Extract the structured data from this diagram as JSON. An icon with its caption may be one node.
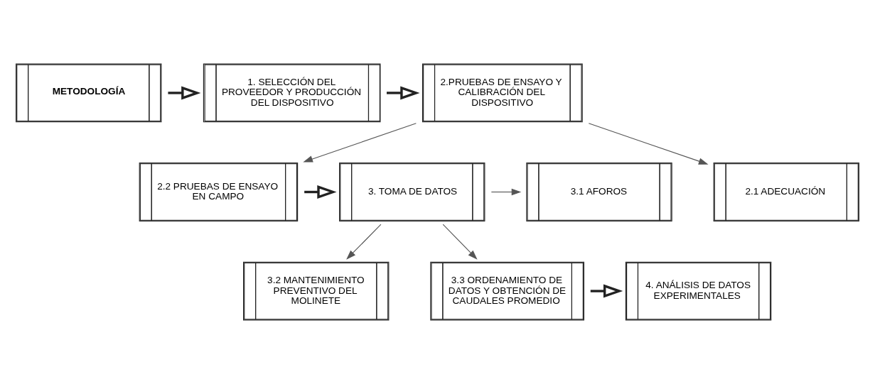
{
  "diagram": {
    "nodes": [
      {
        "text": [
          "METODOLOGÍA"
        ]
      },
      {
        "text": [
          "1. SELECCIÓN DEL PROVEEDOR Y PRODUCCIÓN DEL DISPOSITIVO"
        ]
      },
      {
        "text": [
          "2.PRUEBAS DE ENSAYO Y CALIBRACIÓN DEL DISPOSITIVO"
        ]
      },
      {
        "text": [
          "2.2 PRUEBAS DE ENSAYO EN CAMPO"
        ]
      },
      {
        "text": [
          "2.1 ADECUACIÓN"
        ]
      },
      {
        "text": [
          "3. TOMA DE DATOS"
        ]
      },
      {
        "text": [
          "3.1 AFOROS"
        ]
      },
      {
        "text": [
          "3.2 MANTENIMIENTO PREVENTIVO DEL MOLINETE"
        ]
      },
      {
        "text": [
          "3.3 ORDENAMIENTO DE DATOS Y OBTENCIÓN DE CAUDALES PROMEDIO"
        ]
      },
      {
        "text": [
          "4. ANÁLISIS DE DATOS EXPERIMENTALES"
        ]
      }
    ],
    "edges": [
      {
        "from": 0,
        "to": 1,
        "arrow": "to",
        "style": "thick"
      },
      {
        "from": 1,
        "to": 2,
        "arrow": "to",
        "style": "thick"
      },
      {
        "from": 2,
        "to": 3,
        "arrow": "to"
      },
      {
        "from": 2,
        "to": 4,
        "arrow": "to"
      },
      {
        "from": 3,
        "to": 5,
        "arrow": "to",
        "style": "thick"
      },
      {
        "from": 5,
        "to": 6,
        "arrow": "to"
      },
      {
        "from": 5,
        "to": 7,
        "arrow": "to"
      },
      {
        "from": 5,
        "to": 8,
        "arrow": "to"
      },
      {
        "from": 8,
        "to": 9,
        "arrow": "to",
        "style": "thick"
      }
    ]
  }
}
